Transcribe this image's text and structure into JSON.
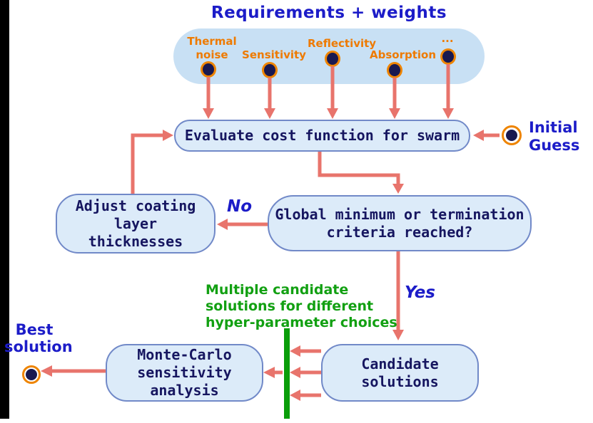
{
  "colors": {
    "black-bar": "#000000",
    "title-blue": "#1c1cc8",
    "label-orange": "#ee7a00",
    "arrow-red": "#e8746c",
    "node-fill": "#dcebf9",
    "node-border": "#7189c8",
    "node-text": "#161660",
    "container-fill": "#c8e0f4",
    "circle-navy": "#191950",
    "circle-ring": "#ee8400",
    "green-text": "#12a012",
    "green-bar": "#0a9e0a"
  },
  "title": "Requirements + weights",
  "requirements": {
    "items": [
      {
        "label": "Thermal\nnoise"
      },
      {
        "label": "Sensitivity"
      },
      {
        "label": "Reflectivity"
      },
      {
        "label": "Absorption"
      },
      {
        "label": "..."
      }
    ]
  },
  "nodes": {
    "evaluate": "Evaluate cost function for swarm",
    "global_check": "Global minimum or termination\ncriteria reached?",
    "adjust": "Adjust coating\nlayer\nthicknesses",
    "monte_carlo": "Monte-Carlo\nsensitivity\nanalysis",
    "candidate": "Candidate\nsolutions"
  },
  "labels": {
    "no": "No",
    "yes": "Yes",
    "initial_guess": "Initial\nGuess",
    "best_solution": "Best\nsolution",
    "green_annotation": "Multiple candidate\nsolutions for different\nhyper-parameter choices"
  }
}
